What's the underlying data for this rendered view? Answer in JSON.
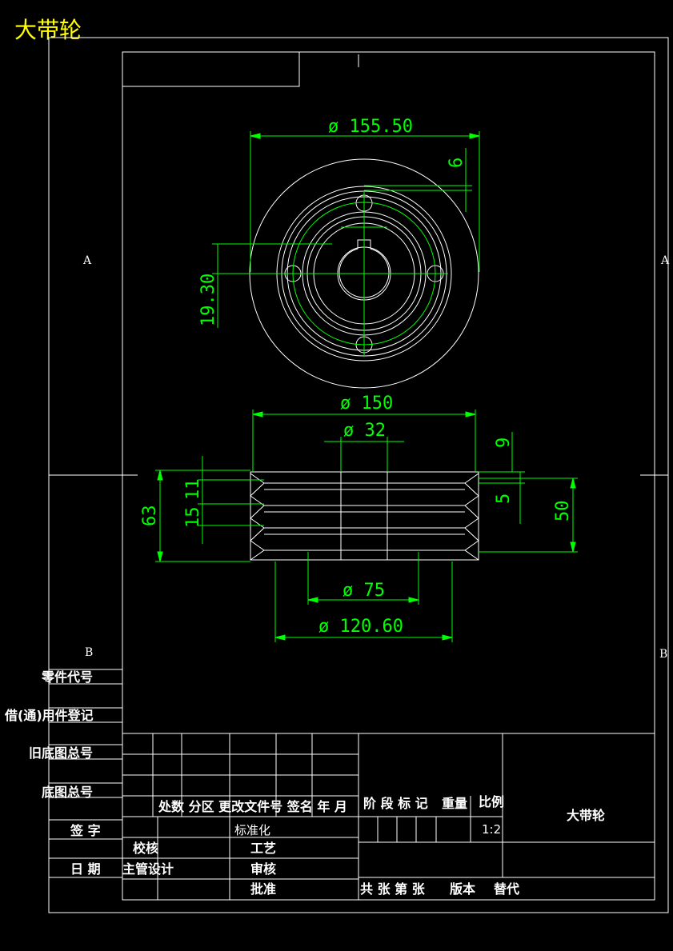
{
  "title": "大带轮",
  "zones": {
    "left_a": "A",
    "right_a": "A",
    "left_b": "B",
    "right_b": "B"
  },
  "dimensions": {
    "d_outer": "ø 155.50",
    "d_groove": "ø 150",
    "d_bore": "ø 32",
    "d_hub": "ø 75",
    "d_web": "ø 120.60",
    "h_total": "63",
    "h_groove_span": "50",
    "pitch_11": "11",
    "pitch_15": "15",
    "top_9": "9",
    "top_5": "5",
    "key_6": "6",
    "key_19_30": "19.30"
  },
  "side_labels": {
    "part_code": "零件代号",
    "borrow_reg": "借(通)用件登记",
    "old_drawing": "旧底图总号",
    "drawing_no": "底图总号",
    "signature": "签  字",
    "date": "日  期"
  },
  "title_block": {
    "rev_header": "处数  分区 更改文件号 签名 年  月",
    "standardize": "标准化",
    "check": "校核",
    "process": "工艺",
    "supervisor_design": "主管设计",
    "review": "审核",
    "approve": "批准",
    "stage_mark": "阶  段  标  记",
    "weight": "重量",
    "scale_label": "比例",
    "scale_value": "1:2",
    "sheets": "共    张  第    张",
    "version": "版本",
    "replace": "替代",
    "part_name": "大带轮"
  },
  "colors": {
    "outline": "#ffffff",
    "dimension": "#00ff00",
    "title": "#ffff00"
  }
}
